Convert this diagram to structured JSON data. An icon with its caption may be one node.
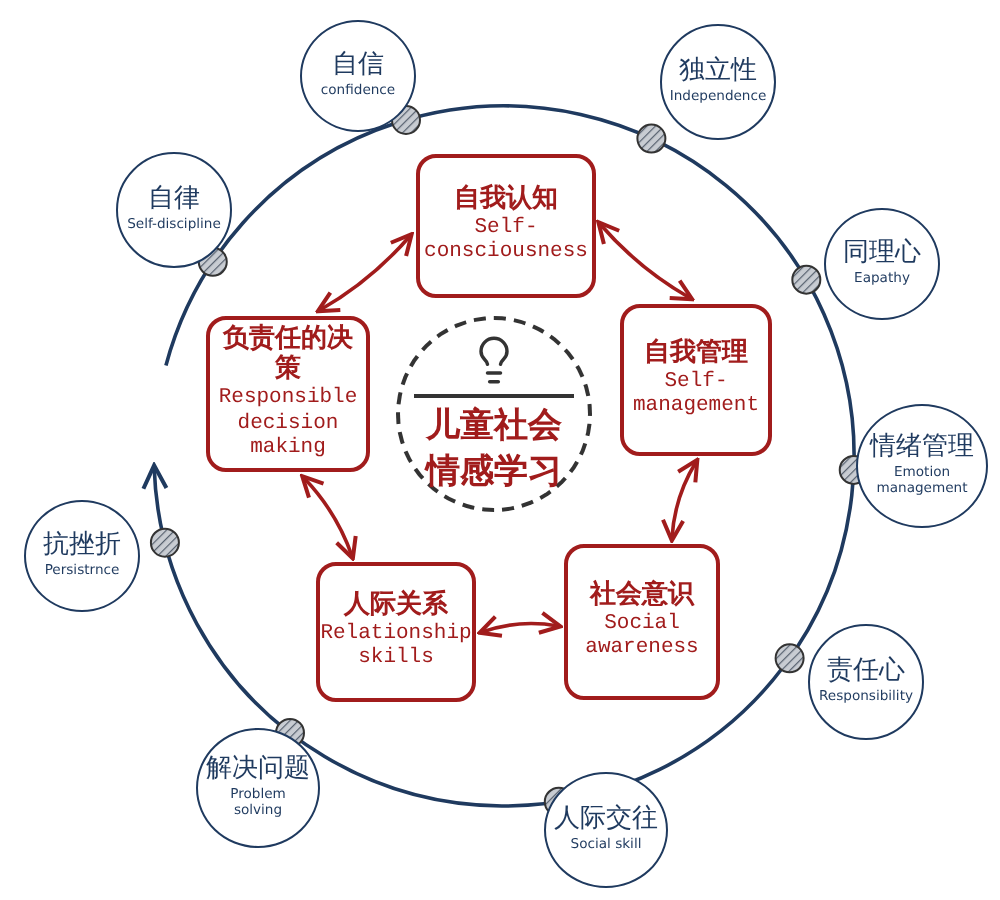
{
  "diagram": {
    "nodes": [
      {
        "text": [
          "自我认知",
          "Self-consciousness"
        ]
      },
      {
        "text": [
          "自我管理",
          "Self-management"
        ]
      },
      {
        "text": [
          "社会意识",
          "Social awareness"
        ]
      },
      {
        "text": [
          "人际关系",
          "Relationship skills"
        ]
      },
      {
        "text": [
          "负责任的决策",
          "Responsible decision making"
        ]
      },
      {
        "text": [
          "儿童社会情感学习"
        ]
      },
      {
        "text": [
          "自律",
          "Self-discipline"
        ]
      },
      {
        "text": [
          "自信",
          "confidence"
        ]
      },
      {
        "text": [
          "独立性",
          "Independence"
        ]
      },
      {
        "text": [
          "同理心",
          "Eapathy"
        ]
      },
      {
        "text": [
          "情绪管理",
          "Emotion management"
        ]
      },
      {
        "text": [
          "责任心",
          "Responsibility"
        ]
      },
      {
        "text": [
          "人际交往",
          "Social skill"
        ]
      },
      {
        "text": [
          "解决问题",
          "Problem solving"
        ]
      },
      {
        "text": [
          "抗挫折",
          "Persistrnce"
        ]
      }
    ],
    "edges": [
      {
        "from": 0,
        "to": 1,
        "arrow": "both",
        "color": "#a11c1c"
      },
      {
        "from": 1,
        "to": 2,
        "arrow": "both",
        "color": "#a11c1c"
      },
      {
        "from": 2,
        "to": 3,
        "arrow": "both",
        "color": "#a11c1c"
      },
      {
        "from": 3,
        "to": 4,
        "arrow": "both",
        "color": "#a11c1c"
      },
      {
        "from": 4,
        "to": 0,
        "arrow": "both",
        "color": "#a11c1c"
      }
    ]
  }
}
